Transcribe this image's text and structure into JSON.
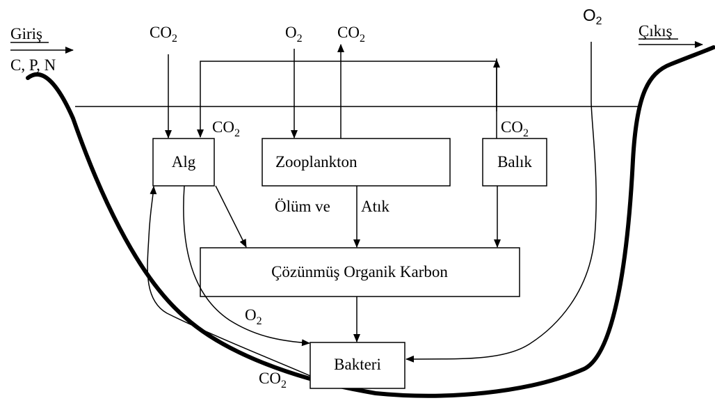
{
  "boxes": {
    "alg": "Alg",
    "zooplankton": "Zooplankton",
    "balik": "Balık",
    "cok": "Çözünmüş Organik Karbon",
    "bakteri": "Bakteri"
  },
  "labels": {
    "giris": "Giriş",
    "cpn": "C, P, N",
    "cikis": "Çıkış",
    "olum": "Ölüm ve",
    "atik": "Atık"
  },
  "chem": {
    "co2_main": "CO",
    "co2_sub": "2",
    "o2_main": "O",
    "o2_sub": "2"
  }
}
